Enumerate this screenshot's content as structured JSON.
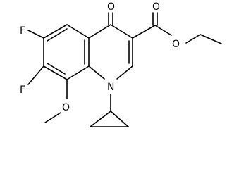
{
  "atoms": {
    "oxygen_ketone": "O",
    "oxygen_carbonyl": "O",
    "oxygen_ester": "O",
    "fluorine_6": "F",
    "fluorine_7": "F",
    "oxygen_methoxy": "O",
    "nitrogen": "N"
  }
}
